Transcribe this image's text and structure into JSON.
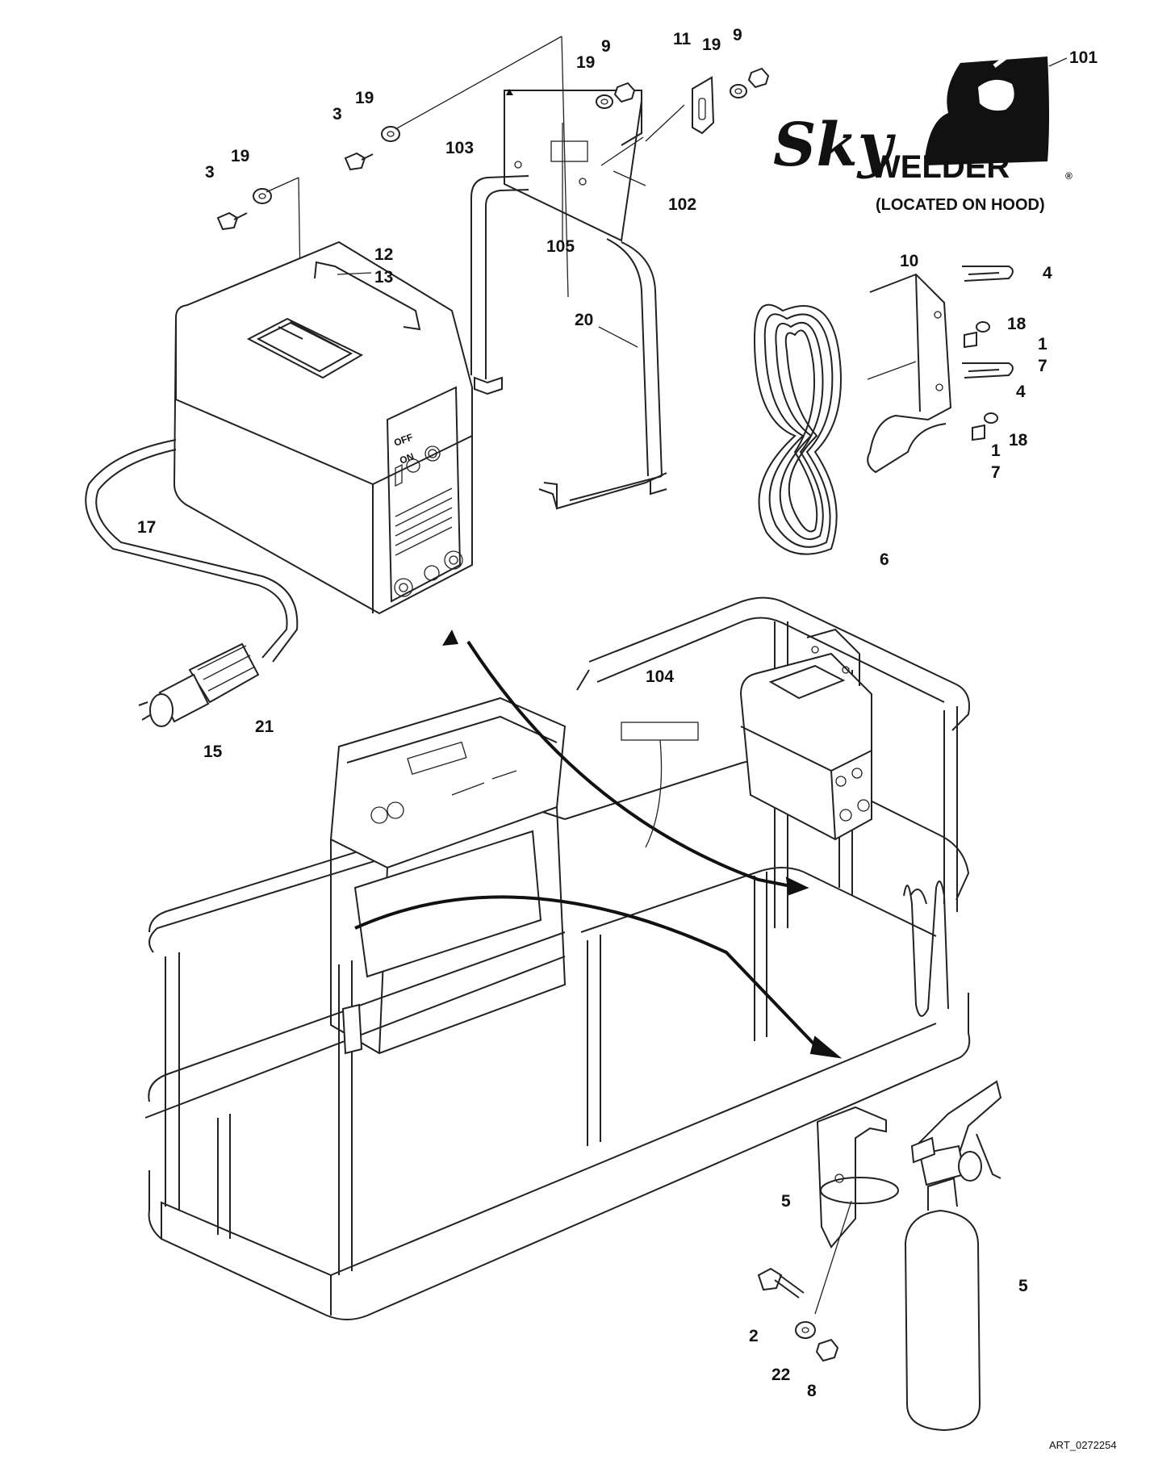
{
  "logo": {
    "brand_script": "Sky",
    "brand_block": "WELDER",
    "registered_mark": "®",
    "location_note": "(LOCATED ON HOOD)"
  },
  "welder_panel": {
    "off_label": "OFF",
    "on_label": "ON"
  },
  "callouts": [
    {
      "id": "c-101",
      "text": "101"
    },
    {
      "id": "c-9a",
      "text": "9"
    },
    {
      "id": "c-9b",
      "text": "9"
    },
    {
      "id": "c-11",
      "text": "11"
    },
    {
      "id": "c-19a",
      "text": "19"
    },
    {
      "id": "c-19b",
      "text": "19"
    },
    {
      "id": "c-19c",
      "text": "19"
    },
    {
      "id": "c-19d",
      "text": "19"
    },
    {
      "id": "c-3a",
      "text": "3"
    },
    {
      "id": "c-3b",
      "text": "3"
    },
    {
      "id": "c-103",
      "text": "103"
    },
    {
      "id": "c-102",
      "text": "102"
    },
    {
      "id": "c-105",
      "text": "105"
    },
    {
      "id": "c-12",
      "text": "12"
    },
    {
      "id": "c-13",
      "text": "13"
    },
    {
      "id": "c-10",
      "text": "10"
    },
    {
      "id": "c-4a",
      "text": "4"
    },
    {
      "id": "c-4b",
      "text": "4"
    },
    {
      "id": "c-18a",
      "text": "18"
    },
    {
      "id": "c-18b",
      "text": "18"
    },
    {
      "id": "c-1a",
      "text": "1"
    },
    {
      "id": "c-7a",
      "text": "7"
    },
    {
      "id": "c-1b",
      "text": "1"
    },
    {
      "id": "c-7b",
      "text": "7"
    },
    {
      "id": "c-20",
      "text": "20"
    },
    {
      "id": "c-17",
      "text": "17"
    },
    {
      "id": "c-6",
      "text": "6"
    },
    {
      "id": "c-21",
      "text": "21"
    },
    {
      "id": "c-15",
      "text": "15"
    },
    {
      "id": "c-104",
      "text": "104"
    },
    {
      "id": "c-5a",
      "text": "5"
    },
    {
      "id": "c-5b",
      "text": "5"
    },
    {
      "id": "c-2",
      "text": "2"
    },
    {
      "id": "c-22",
      "text": "22"
    },
    {
      "id": "c-8",
      "text": "8"
    }
  ],
  "art_number": "ART_0272254"
}
